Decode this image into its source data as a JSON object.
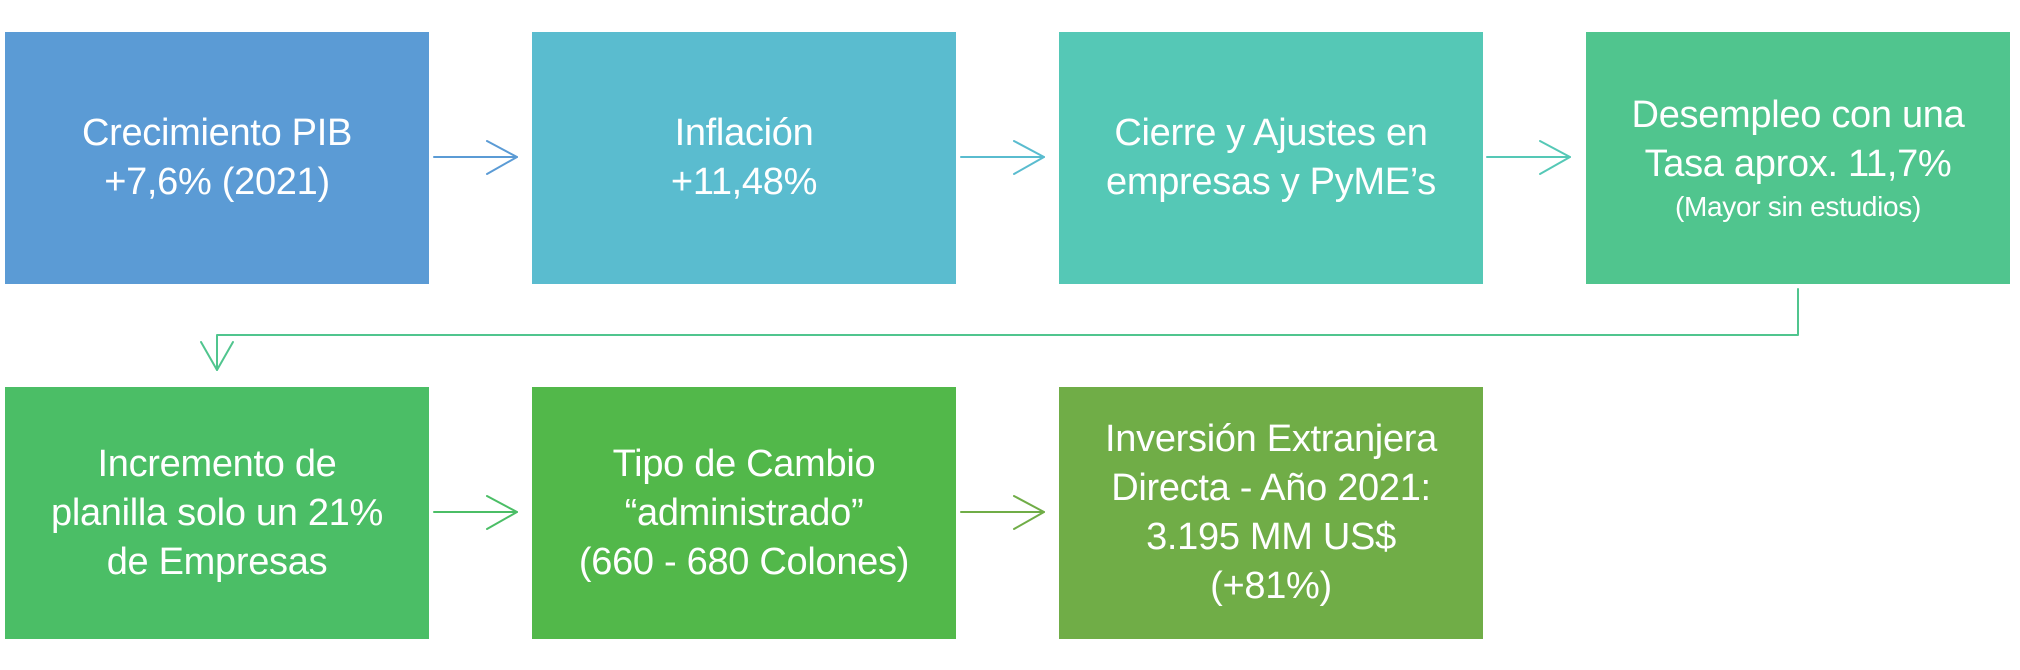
{
  "diagram": {
    "type": "process-flow",
    "steps": [
      {
        "id": 1,
        "lines": [
          "Crecimiento PIB",
          "+7,6% (2021)"
        ],
        "subtitle": "",
        "color": "#5B9BD5"
      },
      {
        "id": 2,
        "lines": [
          "Inflación",
          "+11,48%"
        ],
        "subtitle": "",
        "color": "#5ABCCF"
      },
      {
        "id": 3,
        "lines": [
          "Cierre y Ajustes en",
          "empresas y PyME’s"
        ],
        "subtitle": "",
        "color": "#55C8B6"
      },
      {
        "id": 4,
        "lines": [
          "Desempleo con una",
          "Tasa aprox. 11,7%"
        ],
        "subtitle": "(Mayor sin estudios)",
        "color": "#50C58E"
      },
      {
        "id": 5,
        "lines": [
          "Incremento de",
          "planilla solo un 21%",
          "de Empresas"
        ],
        "subtitle": "",
        "color": "#4BBE66"
      },
      {
        "id": 6,
        "lines": [
          "Tipo de Cambio",
          "“administrado”",
          "(660 - 680 Colones)"
        ],
        "subtitle": "",
        "color": "#52B84A"
      },
      {
        "id": 7,
        "lines": [
          "Inversión Extranjera",
          "Directa - Año 2021:",
          "3.195 MM US$",
          "(+81%)"
        ],
        "subtitle": "",
        "color": "#70AD47"
      }
    ],
    "arrows": [
      {
        "from": 1,
        "to": 2,
        "color": "#5B9BD5"
      },
      {
        "from": 2,
        "to": 3,
        "color": "#5ABCCF"
      },
      {
        "from": 3,
        "to": 4,
        "color": "#55C8B6"
      },
      {
        "from": 4,
        "to": 5,
        "color": "#50C58E"
      },
      {
        "from": 5,
        "to": 6,
        "color": "#4BBE66"
      },
      {
        "from": 6,
        "to": 7,
        "color": "#70AD47"
      }
    ]
  }
}
